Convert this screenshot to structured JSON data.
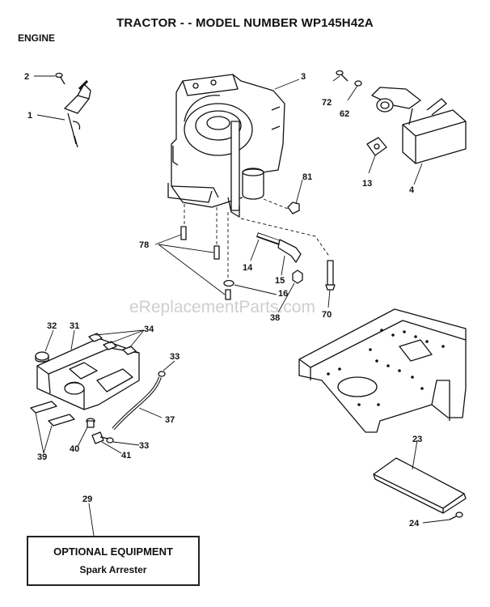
{
  "header": {
    "title": "TRACTOR - - MODEL NUMBER WP145H42A",
    "section": "ENGINE"
  },
  "watermark": "eReplacementParts.com",
  "callouts": {
    "c1": "1",
    "c2": "2",
    "c3": "3",
    "c4": "4",
    "c13": "13",
    "c14": "14",
    "c15": "15",
    "c16": "16",
    "c23": "23",
    "c24": "24",
    "c29": "29",
    "c31": "31",
    "c32": "32",
    "c33a": "33",
    "c33b": "33",
    "c34": "34",
    "c37": "37",
    "c38": "38",
    "c39": "39",
    "c40": "40",
    "c41": "41",
    "c62": "62",
    "c70": "70",
    "c72": "72",
    "c78": "78",
    "c81": "81"
  },
  "optional": {
    "title": "OPTIONAL EQUIPMENT",
    "item": "Spark Arrester"
  }
}
